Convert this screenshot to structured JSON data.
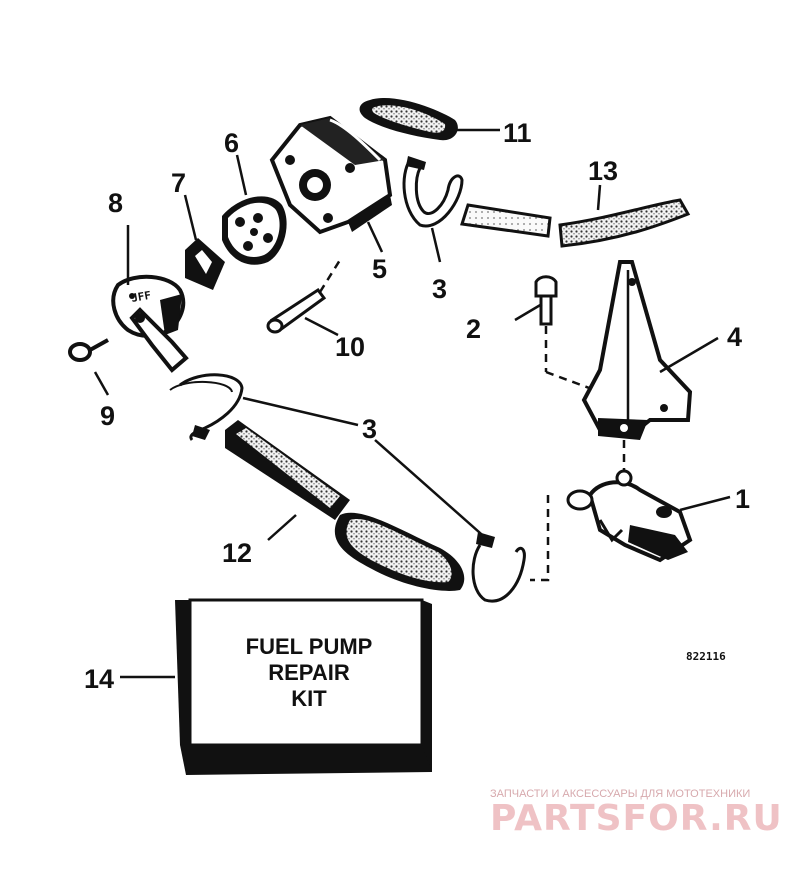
{
  "parts": [
    {
      "number": "1",
      "name": "fuel-fitting"
    },
    {
      "number": "2",
      "name": "bracket-screw"
    },
    {
      "number": "3",
      "name": "hose-clamp"
    },
    {
      "number": "4",
      "name": "mounting-bracket"
    },
    {
      "number": "5",
      "name": "fuel-pump-body"
    },
    {
      "number": "6",
      "name": "pump-valve-plate"
    },
    {
      "number": "7",
      "name": "gasket"
    },
    {
      "number": "8",
      "name": "pump-cover"
    },
    {
      "number": "9",
      "name": "cover-screw"
    },
    {
      "number": "10",
      "name": "pump-screw"
    },
    {
      "number": "11",
      "name": "filter-strip"
    },
    {
      "number": "12",
      "name": "fuel-hose"
    },
    {
      "number": "13",
      "name": "fuel-hose"
    },
    {
      "number": "14",
      "name": "repair-kit"
    }
  ],
  "kit": {
    "line1": "FUEL PUMP",
    "line2": "REPAIR",
    "line3": "KIT"
  },
  "figure_number": "822116",
  "watermark": {
    "tagline": "ЗАПЧАСТИ И АКСЕССУАРЫ ДЛЯ МОТОТЕХНИКИ",
    "brand": "PARTSFOR.RU",
    "color": "#e9b3b7"
  }
}
